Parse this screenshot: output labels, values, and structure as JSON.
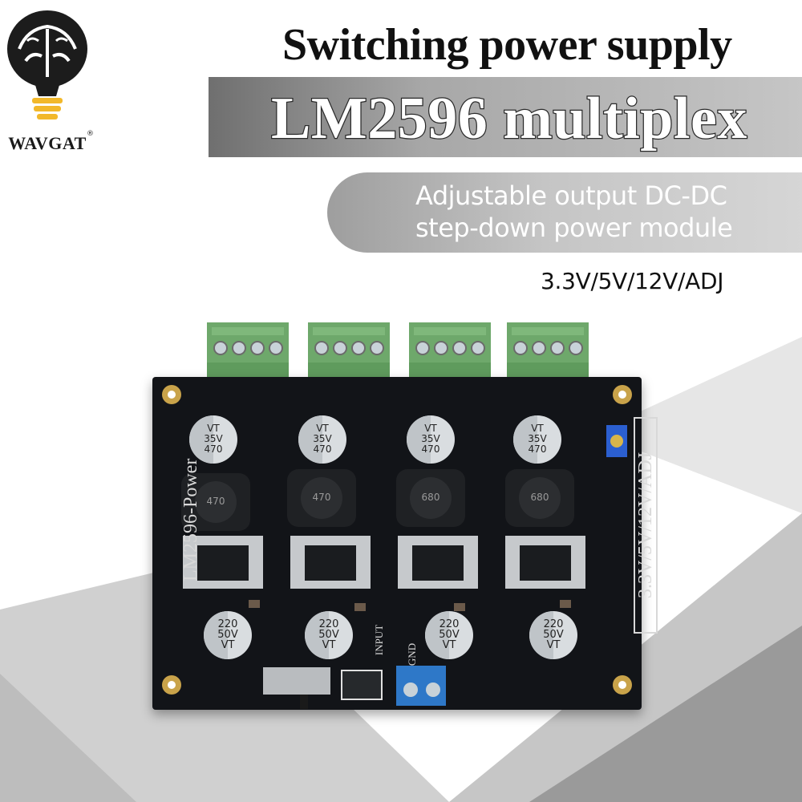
{
  "brand": {
    "name": "WAVGAT",
    "registered": "®"
  },
  "heading": {
    "line1": "Switching power supply",
    "line2": "LM2596 multiplex",
    "subtitle_line1": "Adjustable output DC-DC",
    "subtitle_line2": "step-down power module",
    "voltages": "3.3V/5V/12V/ADJ"
  },
  "board": {
    "silk_name": "LM2596-Power",
    "silk_outputs": "3.3V/5V/12V/ADJ",
    "silk_input": "INPUT",
    "silk_gnd": "GND",
    "output_caps": [
      {
        "value": "470",
        "rating": "35V",
        "series": "VT"
      },
      {
        "value": "470",
        "rating": "35V",
        "series": "VT"
      },
      {
        "value": "470",
        "rating": "35V",
        "series": "VT"
      },
      {
        "value": "470",
        "rating": "35V",
        "series": "VT"
      }
    ],
    "inductors": [
      "470",
      "470",
      "680",
      "680"
    ],
    "input_caps": [
      {
        "value": "220",
        "rating": "50V",
        "series": "VT"
      },
      {
        "value": "220",
        "rating": "50V",
        "series": "VT"
      },
      {
        "value": "220",
        "rating": "50V",
        "series": "VT"
      },
      {
        "value": "220",
        "rating": "50V",
        "series": "VT"
      }
    ]
  },
  "colors": {
    "board": "#121418",
    "terminal_green": "#5f9b5d",
    "terminal_blue": "#2e78c8",
    "band_gray": "#a7a7a7"
  }
}
